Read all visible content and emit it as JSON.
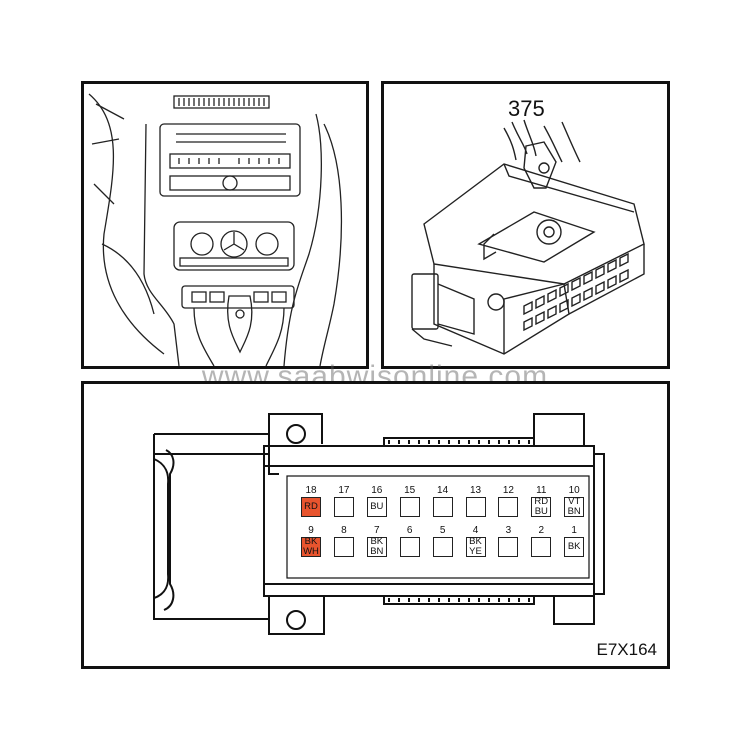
{
  "callout_number": "375",
  "figure_code": "E7X164",
  "watermark": "www.saabwisonline.com",
  "colors": {
    "highlight": "#e8542e",
    "line": "#111111"
  },
  "pins": {
    "top": [
      {
        "number": "18",
        "wire": [
          "RD"
        ],
        "highlight": true
      },
      {
        "number": "17",
        "wire": [],
        "highlight": false
      },
      {
        "number": "16",
        "wire": [
          "BU"
        ],
        "highlight": false
      },
      {
        "number": "15",
        "wire": [],
        "highlight": false
      },
      {
        "number": "14",
        "wire": [],
        "highlight": false
      },
      {
        "number": "13",
        "wire": [],
        "highlight": false
      },
      {
        "number": "12",
        "wire": [],
        "highlight": false
      },
      {
        "number": "11",
        "wire": [
          "RD",
          "BU"
        ],
        "highlight": false
      },
      {
        "number": "10",
        "wire": [
          "VT",
          "BN"
        ],
        "highlight": false
      }
    ],
    "bottom": [
      {
        "number": "9",
        "wire": [
          "BK",
          "WH"
        ],
        "highlight": true
      },
      {
        "number": "8",
        "wire": [],
        "highlight": false
      },
      {
        "number": "7",
        "wire": [
          "BK",
          "BN"
        ],
        "highlight": false
      },
      {
        "number": "6",
        "wire": [],
        "highlight": false
      },
      {
        "number": "5",
        "wire": [],
        "highlight": false
      },
      {
        "number": "4",
        "wire": [
          "BK",
          "YE"
        ],
        "highlight": false
      },
      {
        "number": "3",
        "wire": [],
        "highlight": false
      },
      {
        "number": "2",
        "wire": [],
        "highlight": false
      },
      {
        "number": "1",
        "wire": [
          "BK"
        ],
        "highlight": false
      }
    ]
  }
}
